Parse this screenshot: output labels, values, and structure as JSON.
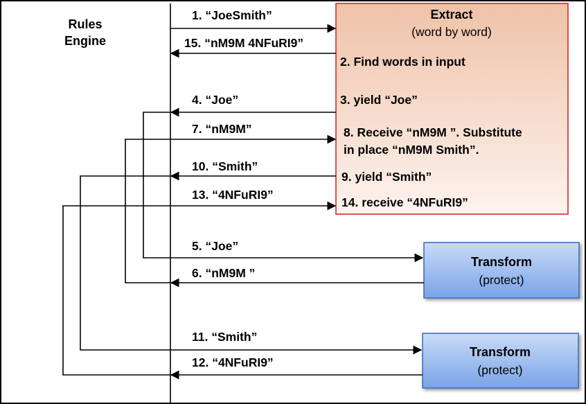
{
  "rules_engine": {
    "line1": "Rules",
    "line2": "Engine"
  },
  "extract": {
    "title": "Extract",
    "subtitle": "(word by word)",
    "steps": [
      "2. Find words in input",
      "3. yield “Joe”",
      "8. Receive “nM9M ”. Substitute",
      "in place “nM9M Smith”.",
      "9. yield “Smith”",
      "14. receive “4NFuRI9”"
    ]
  },
  "transform_1": {
    "title": "Transform",
    "subtitle": "(protect)"
  },
  "transform_2": {
    "title": "Transform",
    "subtitle": "(protect)"
  },
  "messages": [
    "1. “JoeSmith”",
    "15. “nM9M 4NFuRI9”",
    "4. “Joe”",
    "7. “nM9M”",
    "10. “Smith”",
    "13. “4NFuRI9”",
    "5. “Joe”",
    "6. “nM9M ”",
    "11. “Smith”",
    "12. “4NFuRI9”"
  ],
  "colors": {
    "extract_fill_top": "#efc2a8",
    "extract_fill_bottom": "#fdf3ee",
    "extract_border": "#d42a2a",
    "transform_fill_top": "#c9dbf7",
    "transform_fill_bottom": "#7aa3e8",
    "transform_border": "#3c6fb8"
  }
}
